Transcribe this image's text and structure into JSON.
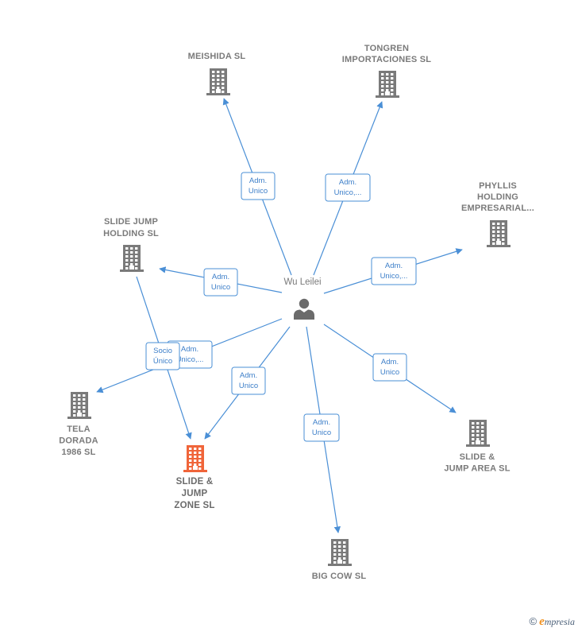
{
  "center": {
    "label": "Wu Leilei",
    "icon": "person-icon"
  },
  "colors": {
    "edge": "#4a8fd6",
    "company": "#7a7a7a",
    "focus": "#f0653a"
  },
  "nodes": [
    {
      "id": "meishida",
      "lines": [
        "MEISHIDA  SL"
      ],
      "focus": false
    },
    {
      "id": "tongren",
      "lines": [
        "TONGREN",
        "IMPORTACIONES SL"
      ],
      "focus": false
    },
    {
      "id": "phyllis",
      "lines": [
        "PHYLLIS",
        "HOLDING",
        "EMPRESARIAL..."
      ],
      "focus": false
    },
    {
      "id": "slidejumpholding",
      "lines": [
        "SLIDE JUMP",
        "HOLDING  SL"
      ],
      "focus": false
    },
    {
      "id": "teladorada",
      "lines": [
        "TELA",
        "DORADA",
        "1986 SL"
      ],
      "focus": false
    },
    {
      "id": "slidejumpzone",
      "lines": [
        "SLIDE &",
        "JUMP",
        "ZONE  SL"
      ],
      "focus": true
    },
    {
      "id": "bigcow",
      "lines": [
        "BIG COW  SL"
      ],
      "focus": false
    },
    {
      "id": "slidejumparea",
      "lines": [
        "SLIDE &",
        "JUMP AREA  SL"
      ],
      "focus": false
    }
  ],
  "edges": [
    {
      "from": "center",
      "to": "meishida",
      "label": [
        "Adm.",
        "Unico"
      ]
    },
    {
      "from": "center",
      "to": "tongren",
      "label": [
        "Adm.",
        "Unico,..."
      ]
    },
    {
      "from": "center",
      "to": "phyllis",
      "label": [
        "Adm.",
        "Unico,..."
      ]
    },
    {
      "from": "center",
      "to": "slidejumpholding",
      "label": [
        "Adm.",
        "Unico"
      ]
    },
    {
      "from": "center",
      "to": "teladorada",
      "label": [
        "Adm.",
        "Unico,..."
      ]
    },
    {
      "from": "slidejumpholding",
      "to": "slidejumpzone",
      "label": [
        "Socio",
        "Único"
      ]
    },
    {
      "from": "center",
      "to": "slidejumpzone",
      "label": [
        "Adm.",
        "Unico"
      ]
    },
    {
      "from": "center",
      "to": "bigcow",
      "label": [
        "Adm.",
        "Unico"
      ]
    },
    {
      "from": "center",
      "to": "slidejumparea",
      "label": [
        "Adm.",
        "Unico"
      ]
    }
  ],
  "footer": {
    "copyright": "©",
    "brand_e": "e",
    "brand_rest": "mpresia"
  }
}
